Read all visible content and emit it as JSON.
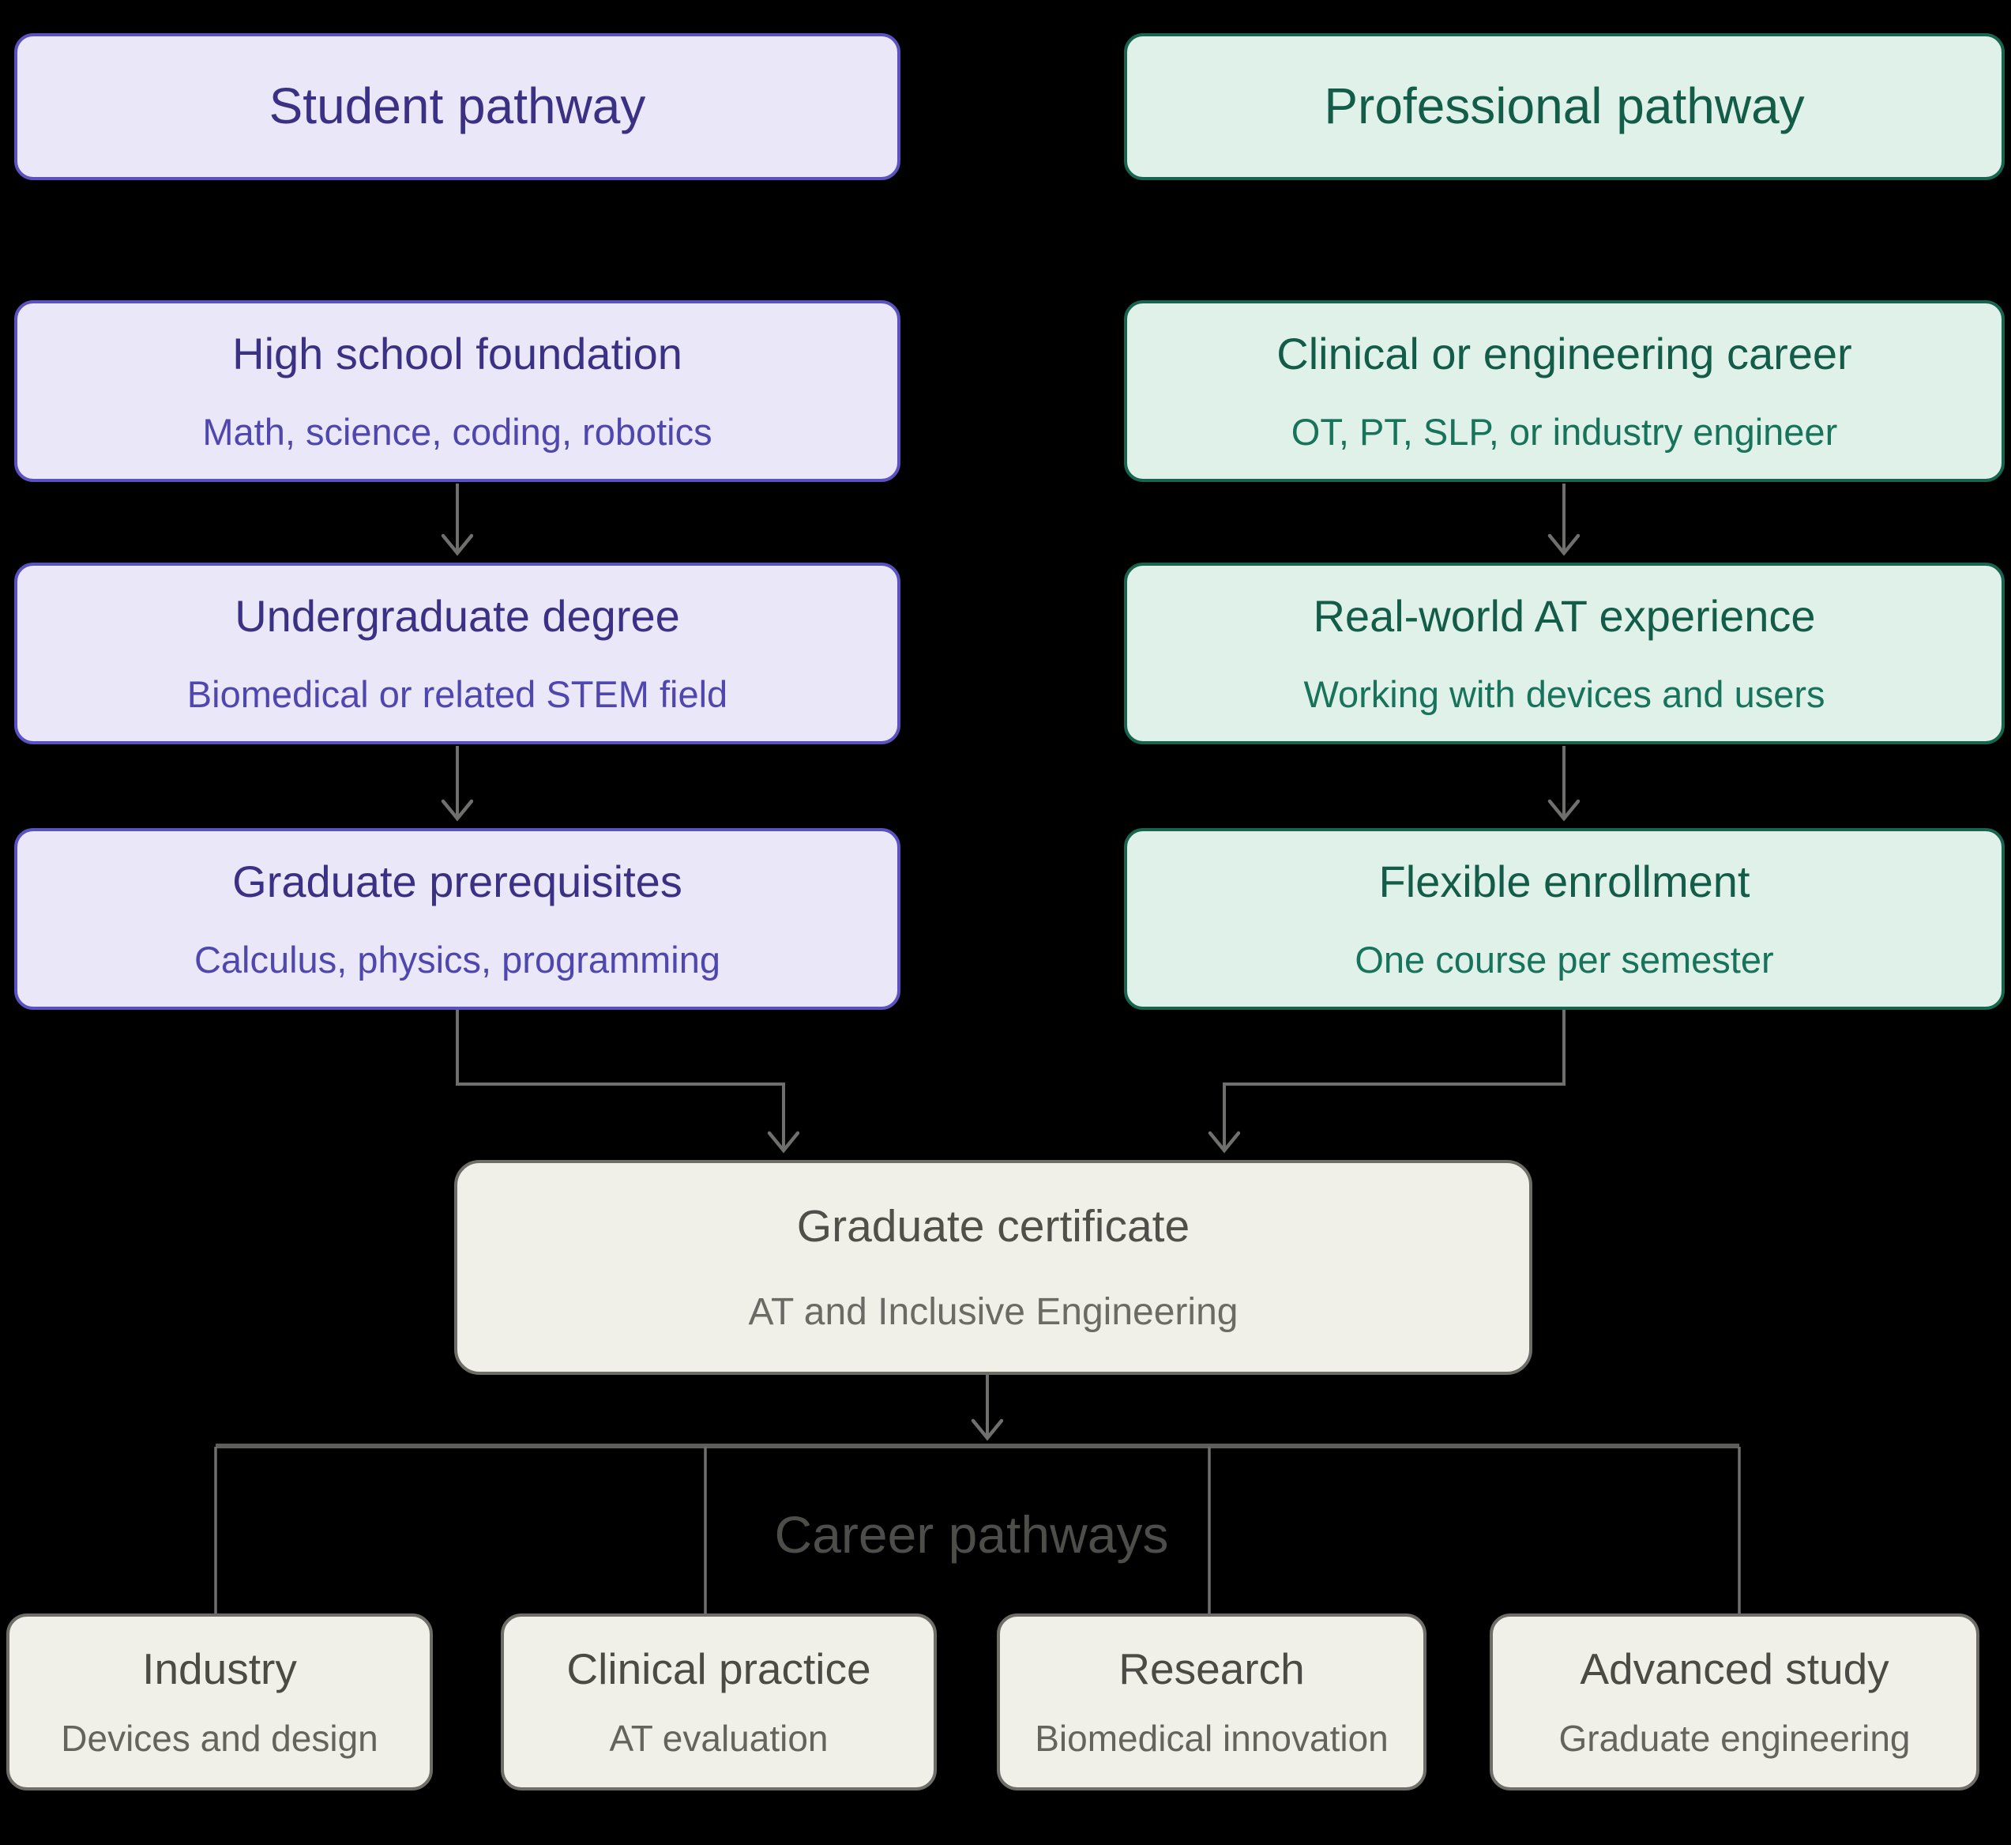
{
  "pathways": {
    "student": {
      "header": "Student pathway",
      "steps": [
        {
          "title": "High school foundation",
          "subtitle": "Math, science, coding, robotics"
        },
        {
          "title": "Undergraduate degree",
          "subtitle": "Biomedical or related STEM field"
        },
        {
          "title": "Graduate prerequisites",
          "subtitle": "Calculus, physics, programming"
        }
      ]
    },
    "professional": {
      "header": "Professional pathway",
      "steps": [
        {
          "title": "Clinical or engineering career",
          "subtitle": "OT, PT, SLP, or industry engineer"
        },
        {
          "title": "Real-world AT experience",
          "subtitle": "Working with devices and users"
        },
        {
          "title": "Flexible enrollment",
          "subtitle": "One course per semester"
        }
      ]
    }
  },
  "certificate": {
    "title": "Graduate certificate",
    "subtitle": "AT and Inclusive Engineering"
  },
  "career": {
    "label": "Career pathways",
    "options": [
      {
        "title": "Industry",
        "subtitle": "Devices and design"
      },
      {
        "title": "Clinical practice",
        "subtitle": "AT evaluation"
      },
      {
        "title": "Research",
        "subtitle": "Biomedical innovation"
      },
      {
        "title": "Advanced study",
        "subtitle": "Graduate engineering"
      }
    ]
  },
  "colors": {
    "background": "#000000",
    "student_fill": "#e9e7f8",
    "student_border": "#5b51c0",
    "student_title": "#3a3184",
    "student_subtitle": "#5047ae",
    "professional_fill": "#e0f1ea",
    "professional_border": "#17654f",
    "professional_title": "#135c47",
    "professional_subtitle": "#17735a",
    "neutral_fill": "#f0efe8",
    "neutral_border": "#6e6d68",
    "neutral_title": "#4b4a44",
    "neutral_subtitle": "#64635d",
    "connector": "#6f6f6d",
    "branch": "#5e5e5c",
    "career_label": "#4d4d4a"
  }
}
